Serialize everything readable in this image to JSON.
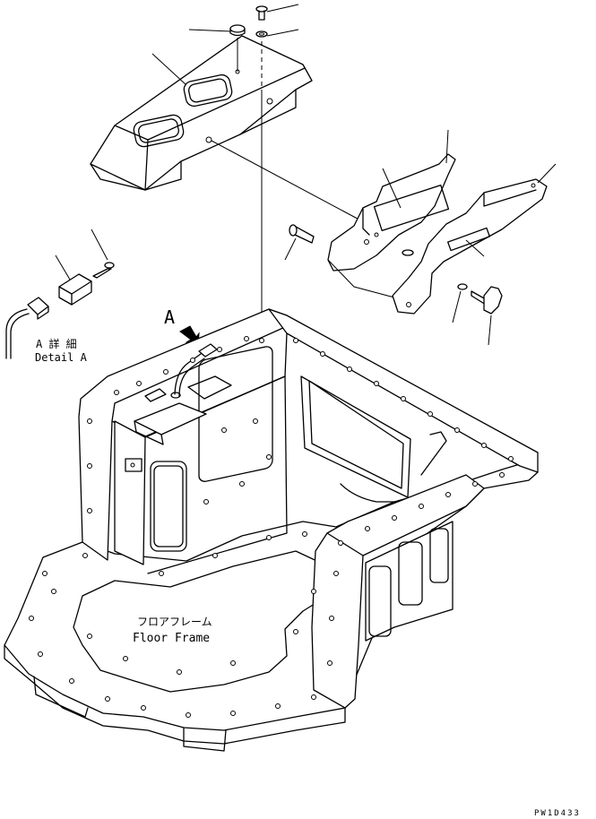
{
  "callouts": {
    "detail_letter": "A",
    "detail_jp": "A 詳 細",
    "detail_en": "Detail A"
  },
  "frame": {
    "label_jp": "フロアフレーム",
    "label_en": "Floor Frame"
  },
  "drawing_code": "PW1D433"
}
